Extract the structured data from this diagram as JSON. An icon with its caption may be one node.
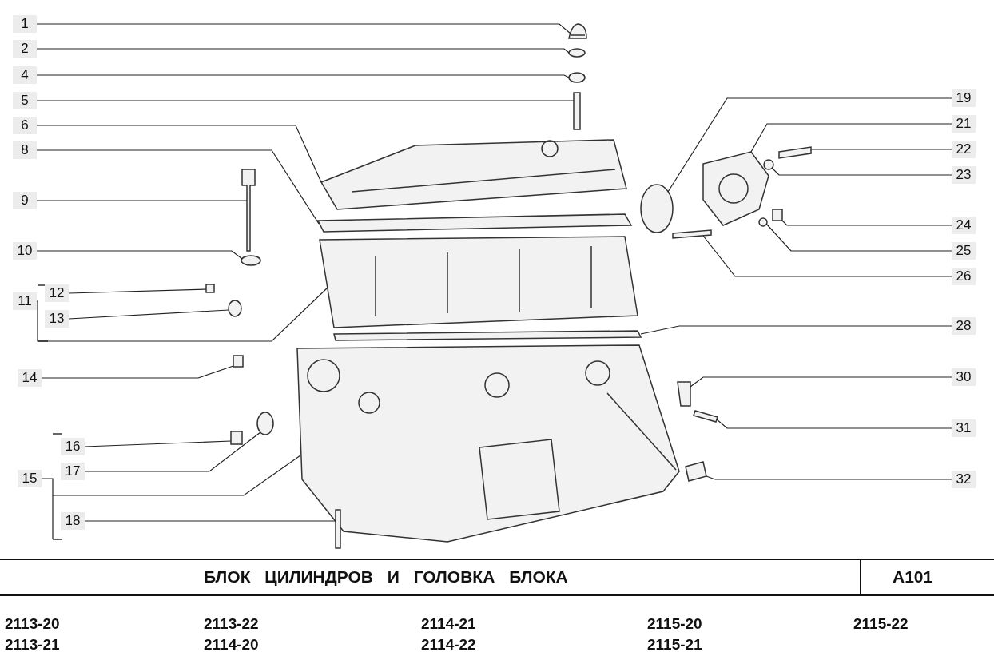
{
  "diagram": {
    "title": "БЛОК ЦИЛИНДРОВ И ГОЛОВКА БЛОКА",
    "nodes": [
      {
        "text": [
          "1"
        ]
      },
      {
        "text": [
          "2"
        ]
      },
      {
        "text": [
          "4"
        ]
      },
      {
        "text": [
          "5"
        ]
      },
      {
        "text": [
          "6"
        ]
      },
      {
        "text": [
          "8"
        ]
      },
      {
        "text": [
          "9"
        ]
      },
      {
        "text": [
          "10"
        ]
      },
      {
        "text": [
          "11"
        ]
      },
      {
        "text": [
          "12"
        ]
      },
      {
        "text": [
          "13"
        ]
      },
      {
        "text": [
          "14"
        ]
      },
      {
        "text": [
          "15"
        ]
      },
      {
        "text": [
          "16"
        ]
      },
      {
        "text": [
          "17"
        ]
      },
      {
        "text": [
          "18"
        ]
      },
      {
        "text": [
          "19"
        ]
      },
      {
        "text": [
          "21"
        ]
      },
      {
        "text": [
          "22"
        ]
      },
      {
        "text": [
          "23"
        ]
      },
      {
        "text": [
          "24"
        ]
      },
      {
        "text": [
          "25"
        ]
      },
      {
        "text": [
          "26"
        ]
      },
      {
        "text": [
          "28"
        ]
      },
      {
        "text": [
          "30"
        ]
      },
      {
        "text": [
          "31"
        ]
      },
      {
        "text": [
          "32"
        ]
      },
      {
        "text": [],
        "shape": "picture"
      },
      {
        "text": [],
        "shape": "circle"
      },
      {
        "text": [],
        "shape": "circle"
      },
      {
        "text": [],
        "shape": "bar"
      },
      {
        "text": [],
        "shape": "picture"
      },
      {
        "text": [],
        "shape": "bar"
      },
      {
        "text": [],
        "shape": "bar"
      },
      {
        "text": [],
        "shape": "circle"
      },
      {
        "text": [],
        "shape": "picture"
      },
      {
        "text": [],
        "shape": "box"
      },
      {
        "text": [],
        "shape": "circle"
      },
      {
        "text": [],
        "shape": "box"
      },
      {
        "text": [],
        "shape": "picture"
      },
      {
        "text": [],
        "shape": "box"
      },
      {
        "text": [],
        "shape": "circle"
      },
      {
        "text": [],
        "shape": "bar"
      },
      {
        "text": [],
        "shape": "circle"
      },
      {
        "text": [],
        "shape": "picture"
      },
      {
        "text": [],
        "shape": "bar"
      },
      {
        "text": [],
        "shape": "circle"
      },
      {
        "text": [],
        "shape": "box"
      },
      {
        "text": [],
        "shape": "circle"
      },
      {
        "text": [],
        "shape": "bar"
      },
      {
        "text": [],
        "shape": "bar"
      },
      {
        "text": [],
        "shape": "bar"
      },
      {
        "text": [],
        "shape": "bar"
      },
      {
        "text": [],
        "shape": "bar"
      }
    ],
    "edges": [
      {
        "from": 0,
        "to": 27,
        "arrow": "none"
      },
      {
        "from": 1,
        "to": 28,
        "arrow": "none"
      },
      {
        "from": 2,
        "to": 29,
        "arrow": "none"
      },
      {
        "from": 3,
        "to": 30,
        "arrow": "none"
      },
      {
        "from": 4,
        "to": 31,
        "arrow": "none"
      },
      {
        "from": 5,
        "to": 32,
        "arrow": "none"
      },
      {
        "from": 6,
        "to": 33,
        "arrow": "none"
      },
      {
        "from": 7,
        "to": 34,
        "arrow": "none"
      },
      {
        "from": 8,
        "to": 35,
        "arrow": "none"
      },
      {
        "from": 9,
        "to": 36,
        "arrow": "none"
      },
      {
        "from": 10,
        "to": 37,
        "arrow": "none"
      },
      {
        "from": 11,
        "to": 38,
        "arrow": "none"
      },
      {
        "from": 12,
        "to": 39,
        "arrow": "none"
      },
      {
        "from": 13,
        "to": 40,
        "arrow": "none"
      },
      {
        "from": 14,
        "to": 41,
        "arrow": "none"
      },
      {
        "from": 15,
        "to": 42,
        "arrow": "none"
      },
      {
        "from": 16,
        "to": 43,
        "arrow": "none"
      },
      {
        "from": 17,
        "to": 44,
        "arrow": "none"
      },
      {
        "from": 18,
        "to": 45,
        "arrow": "none"
      },
      {
        "from": 19,
        "to": 46,
        "arrow": "none"
      },
      {
        "from": 20,
        "to": 47,
        "arrow": "none"
      },
      {
        "from": 21,
        "to": 48,
        "arrow": "none"
      },
      {
        "from": 22,
        "to": 49,
        "arrow": "none"
      },
      {
        "from": 23,
        "to": 50,
        "arrow": "none"
      },
      {
        "from": 24,
        "to": 51,
        "arrow": "none"
      },
      {
        "from": 25,
        "to": 52,
        "arrow": "none"
      },
      {
        "from": 26,
        "to": 53,
        "arrow": "none"
      }
    ],
    "labels": [
      "A101",
      "2113-20",
      "2113-21",
      "2113-22",
      "2114-20",
      "2114-21",
      "2114-22",
      "2115-20",
      "2115-21",
      "2115-22"
    ]
  }
}
